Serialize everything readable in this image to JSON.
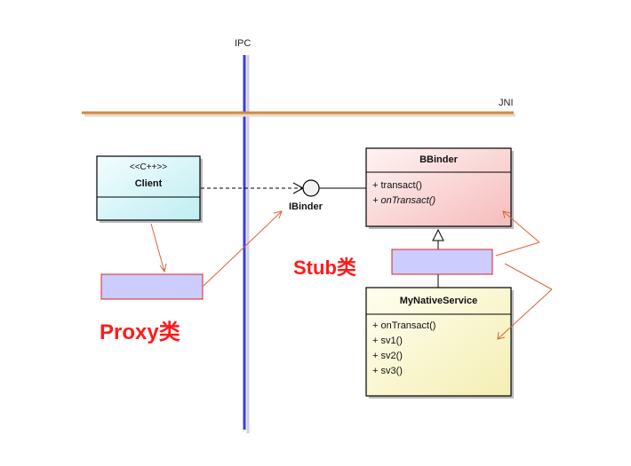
{
  "labels": {
    "ipc": "IPC",
    "jni": "JNI",
    "ibinder": "IBinder",
    "proxy": "Proxy类",
    "stub": "Stub类"
  },
  "client": {
    "stereotype": "<<C++>>",
    "name": "Client"
  },
  "bbinder": {
    "name": "BBinder",
    "methods": [
      "+ transact()",
      "+ onTransact()"
    ]
  },
  "service": {
    "name": "MyNativeService",
    "methods": [
      "+ onTransact()",
      "+ sv1()",
      "+ sv2()",
      "+ sv3()"
    ]
  },
  "colors": {
    "ipc_line": "#3a3ae0",
    "jni_line": "#d08a3c",
    "annotation": "#ff1a1a",
    "box_fill": "#ccccff",
    "client_fill": "#d9f5f7",
    "bbinder_fill": "#fbd7d7",
    "service_fill": "#fbf8d2"
  }
}
